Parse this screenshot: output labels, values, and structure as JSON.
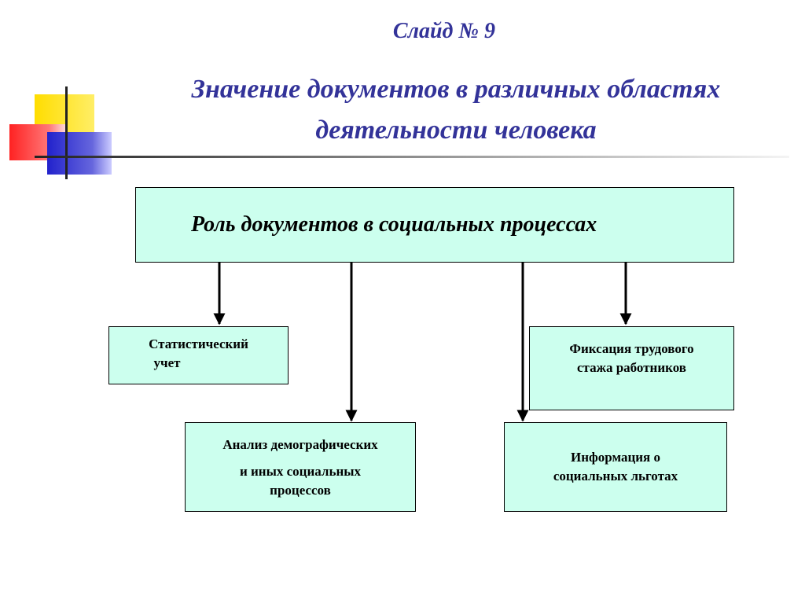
{
  "header": {
    "slide_number": "Слайд № 9",
    "title_line1": "Значение документов в различных областях",
    "title_line2": "деятельности человека"
  },
  "diagram": {
    "root": "Роль документов в социальных процессах",
    "nodes": {
      "statistical_line1": "Статистический",
      "statistical_line2": "учет",
      "demographic_line1": "Анализ демографических",
      "demographic_line2": "и иных социальных",
      "demographic_line3": "процессов",
      "benefits_line1": "Информация о",
      "benefits_line2": "социальных льготах",
      "labor_line1": "Фиксация трудового",
      "labor_line2": "стажа работников"
    }
  },
  "colors": {
    "title": "#333399",
    "box_fill": "#ccffee",
    "deco_yellow": "#ffdd00",
    "deco_red": "#ff3333",
    "deco_blue": "#3333cc"
  }
}
